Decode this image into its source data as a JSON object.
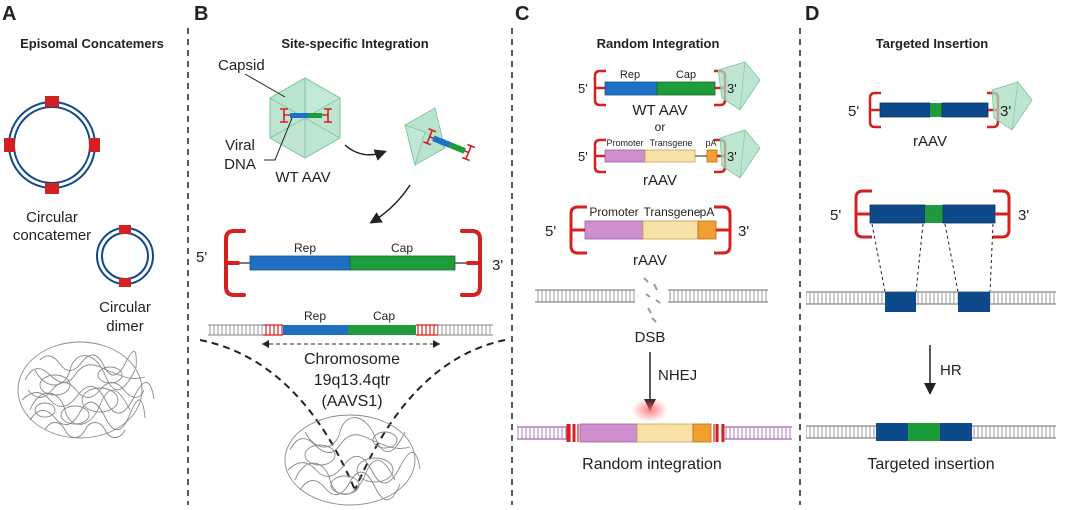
{
  "panels": [
    {
      "letter": "A",
      "title": "Episomal Concatemers"
    },
    {
      "letter": "B",
      "title": "Site-specific Integration"
    },
    {
      "letter": "C",
      "title": "Random Integration"
    },
    {
      "letter": "D",
      "title": "Targeted Insertion"
    }
  ],
  "panel_a": {
    "circular_concatemer": "Circular concatemer",
    "circular_concatemer_l1": "Circular",
    "circular_concatemer_l2": "concatemer",
    "circular_dimer_l1": "Circular",
    "circular_dimer_l2": "dimer"
  },
  "panel_b": {
    "capsid": "Capsid",
    "viral_l1": "Viral",
    "viral_l2": "DNA",
    "wt_aav": "WT AAV",
    "rep": "Rep",
    "cap": "Cap",
    "five_prime": "5'",
    "three_prime": "3'",
    "chromosome_l1": "Chromosome",
    "chromosome_l2": "19q13.4qtr",
    "chromosome_l3": "(AAVS1)"
  },
  "panel_c": {
    "five_prime": "5'",
    "three_prime": "3'",
    "rep": "Rep",
    "cap": "Cap",
    "wt_aav": "WT AAV",
    "or": "or",
    "promoter": "Promoter",
    "transgene": "Transgene",
    "pa": "pA",
    "raav": "rAAV",
    "dsb": "DSB",
    "nhej": "NHEJ",
    "random_integration": "Random integration"
  },
  "panel_d": {
    "five_prime": "5'",
    "three_prime": "3'",
    "raav": "rAAV",
    "hr": "HR",
    "targeted_insertion": "Targeted insertion"
  },
  "colors": {
    "itr_red": "#d42020",
    "rep_blue": "#1f6fc4",
    "cap_green": "#1e9c3c",
    "promoter_pink": "#cf8fcf",
    "transgene_cream": "#f8e2a8",
    "pa_orange": "#f0a030",
    "navy": "#0d4a8c",
    "capsid_green": "#a8dcc0",
    "dna_gray": "#9a9a9a"
  }
}
